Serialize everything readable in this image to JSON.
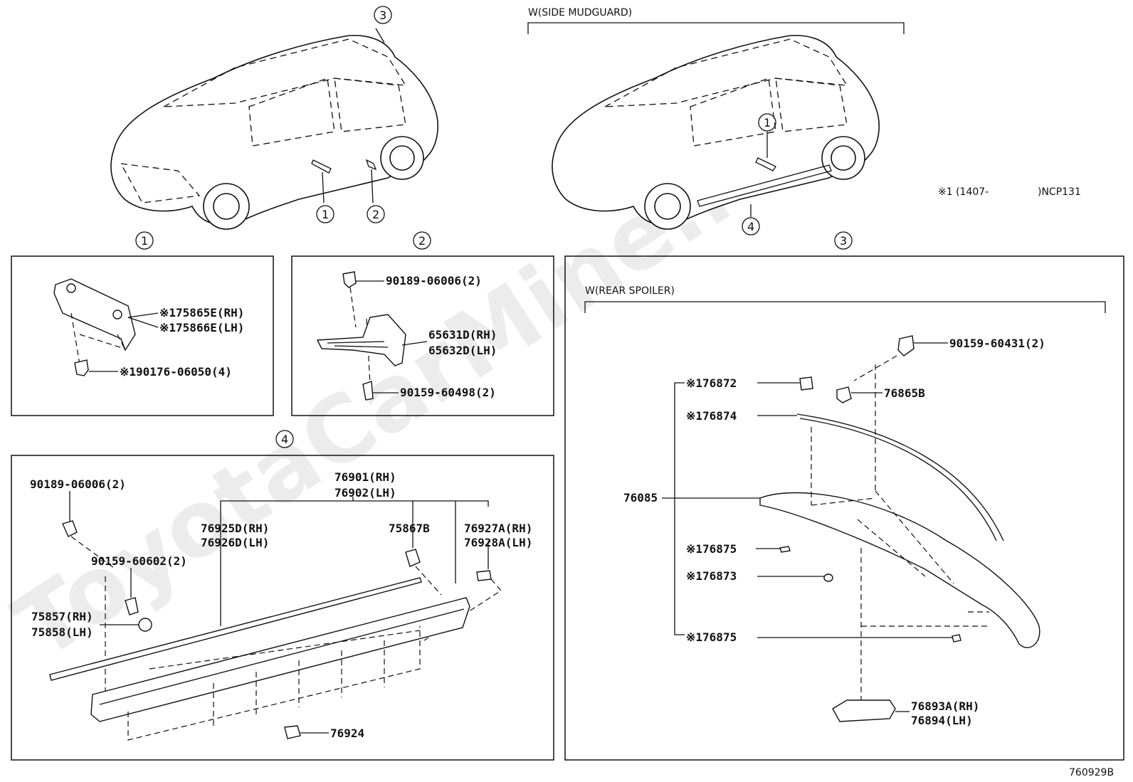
{
  "header": {
    "side_mudguard": "W(SIDE MUDGUARD)",
    "rear_spoiler": "W(REAR SPOILER)",
    "note_prefix": "※1 (1407-",
    "note_model": ")NCP131"
  },
  "callouts": {
    "c1": "1",
    "c2": "2",
    "c3": "3",
    "c4": "4"
  },
  "panel1": {
    "p_75865": "※175865E(RH)",
    "p_75866": "※175866E(LH)",
    "p_90176": "※190176-06050(4)"
  },
  "panel2": {
    "p_90189": "90189-06006(2)",
    "p_65631": "65631D(RH)",
    "p_65632": "65632D(LH)",
    "p_90159": "90159-60498(2)"
  },
  "panel3": {
    "p_90159": "90159-60431(2)",
    "p_76872": "※176872",
    "p_76865": "76865B",
    "p_76874": "※176874",
    "p_76085": "76085",
    "p_76875a": "※176875",
    "p_76873": "※176873",
    "p_76875b": "※176875",
    "p_76893": "76893A(RH)",
    "p_76894": "76894(LH)"
  },
  "panel4": {
    "p_90189": "90189-06006(2)",
    "p_76901": "76901(RH)",
    "p_76902": "76902(LH)",
    "p_76925": "76925D(RH)",
    "p_76926": "76926D(LH)",
    "p_75867": "75867B",
    "p_76927": "76927A(RH)",
    "p_76928": "76928A(LH)",
    "p_90159": "90159-60602(2)",
    "p_75857": "75857(RH)",
    "p_75858": "75858(LH)",
    "p_76924": "76924"
  },
  "footer": {
    "drawing_no": "760929B"
  },
  "watermark": "ToyotaCarMine.ru",
  "icons": [
    "car-outline-icon",
    "clip-icon",
    "screw-icon",
    "nut-icon"
  ]
}
